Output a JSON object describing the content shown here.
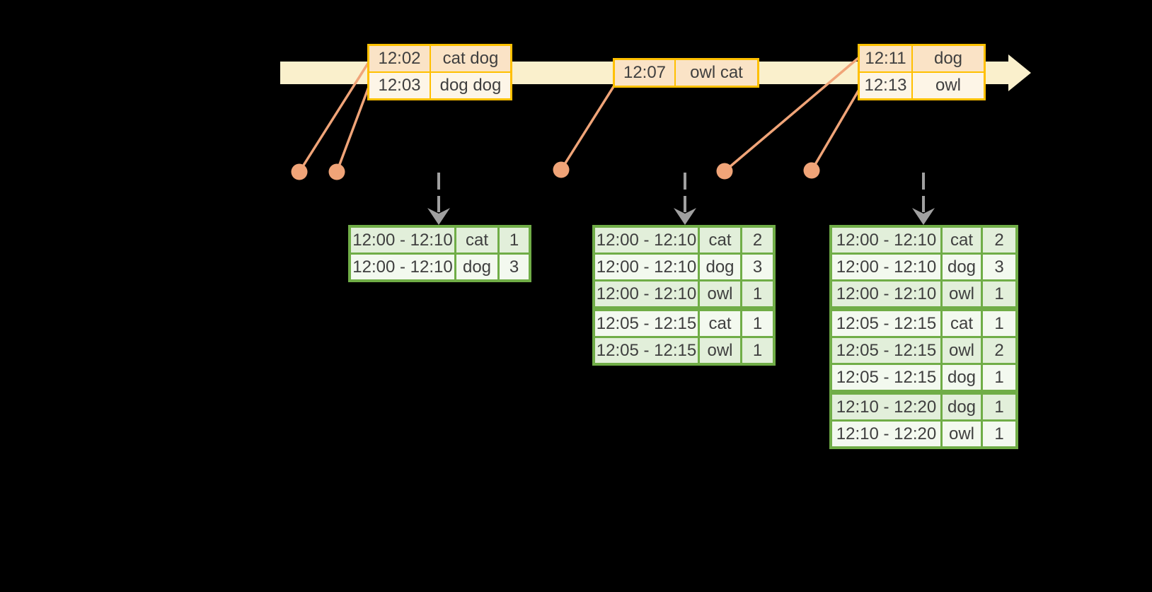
{
  "diagram": {
    "title_hint": "windowed word-count streaming diagram",
    "background": "#000000"
  },
  "colors": {
    "timeline_fill": "#FAF0CC",
    "event_table_border": "#FFC000",
    "event_row_dark": "#FAE3C6",
    "event_row_light": "#FDF5E7",
    "event_dot": "#F0A478",
    "trigger_arrow": "#A0A0A0",
    "result_table_border": "#70AD47",
    "result_row_dark": "#E2EFDA",
    "result_row_light": "#F3F9EF",
    "text": "#3F3F3F"
  },
  "input_tables": [
    {
      "rows": [
        {
          "time": "12:02",
          "words": "cat dog"
        },
        {
          "time": "12:03",
          "words": "dog dog"
        }
      ]
    },
    {
      "rows": [
        {
          "time": "12:07",
          "words": "owl cat"
        }
      ]
    },
    {
      "rows": [
        {
          "time": "12:11",
          "words": "dog"
        },
        {
          "time": "12:13",
          "words": "owl"
        }
      ]
    }
  ],
  "result_tables": [
    {
      "rows": [
        {
          "window": "12:00 - 12:10",
          "word": "cat",
          "count": "1"
        },
        {
          "window": "12:00 - 12:10",
          "word": "dog",
          "count": "3"
        }
      ]
    },
    {
      "rows": [
        {
          "window": "12:00 - 12:10",
          "word": "cat",
          "count": "2"
        },
        {
          "window": "12:00 - 12:10",
          "word": "dog",
          "count": "3"
        },
        {
          "window": "12:00 - 12:10",
          "word": "owl",
          "count": "1"
        },
        {
          "window": "12:05 - 12:15",
          "word": "cat",
          "count": "1"
        },
        {
          "window": "12:05 - 12:15",
          "word": "owl",
          "count": "1"
        }
      ]
    },
    {
      "rows": [
        {
          "window": "12:00 - 12:10",
          "word": "cat",
          "count": "2"
        },
        {
          "window": "12:00 - 12:10",
          "word": "dog",
          "count": "3"
        },
        {
          "window": "12:00 - 12:10",
          "word": "owl",
          "count": "1"
        },
        {
          "window": "12:05 - 12:15",
          "word": "cat",
          "count": "1"
        },
        {
          "window": "12:05 - 12:15",
          "word": "owl",
          "count": "2"
        },
        {
          "window": "12:05 - 12:15",
          "word": "dog",
          "count": "1"
        },
        {
          "window": "12:10 - 12:20",
          "word": "dog",
          "count": "1"
        },
        {
          "window": "12:10 - 12:20",
          "word": "owl",
          "count": "1"
        }
      ]
    }
  ]
}
